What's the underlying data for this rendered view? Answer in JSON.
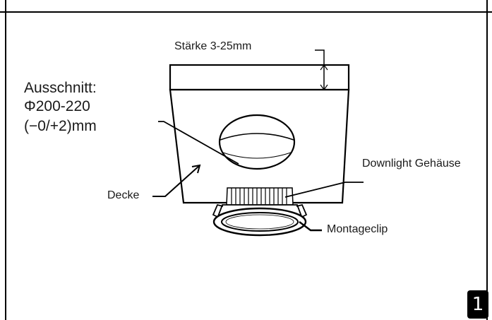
{
  "thickness_label": "Stärke 3-25mm",
  "cutout": {
    "title": "Ausschnitt:",
    "diameter": "Φ200-220",
    "tolerance": "(−0/+2)mm"
  },
  "downlight_label": "Downlight Gehäuse",
  "ceiling_label": "Decke",
  "clip_label": "Montageclip",
  "page_number": "1"
}
